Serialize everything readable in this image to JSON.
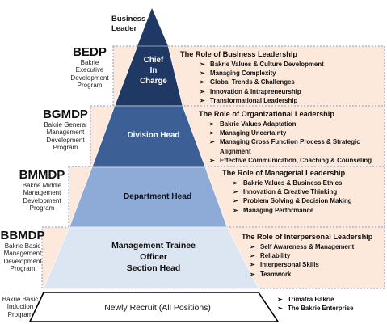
{
  "pyramid": {
    "apex_label": [
      "Business",
      "Leader"
    ],
    "tiers": [
      {
        "id": "bedp",
        "program_code": "BEDP",
        "program_desc": [
          "Bakrie",
          "Executive",
          "Development",
          "Program"
        ],
        "position": [
          "Chief",
          "In",
          "Charge"
        ],
        "role_title": "The Role of Business Leadership",
        "bullets": [
          "Bakrie Values & Culture Development",
          "Managing Complexity",
          "Global Trends & Challenges",
          "Innovation & Intrapreneurship",
          "Transformational Leadership"
        ],
        "colors": {
          "fill": "#1f3864",
          "band": "#fce9dc"
        }
      },
      {
        "id": "bgmdp",
        "program_code": "BGMDP",
        "program_desc": [
          "Bakrie General",
          "Management",
          "Development",
          "Program"
        ],
        "position": [
          "Division Head"
        ],
        "role_title": "The Role of Organizational Leadership",
        "bullets": [
          "Bakrie Values Adaptation",
          "Managing Uncertainty",
          "Managing Cross Function Process & Strategic|Alignment",
          "Effective Communication, Coaching & Counseling"
        ],
        "colors": {
          "fill": "#3c5f96",
          "band": "#fce9dc"
        }
      },
      {
        "id": "bmmdp",
        "program_code": "BMMDP",
        "program_desc": [
          "Bakrie Middle",
          "Management",
          "Development",
          "Program"
        ],
        "position": [
          "Department Head"
        ],
        "role_title": "The Role of Managerial Leadership",
        "bullets": [
          "Bakrie Values & Business Ethics",
          "Innovation & Creative Thinking",
          "Problem Solving & Decision Making",
          "Managing Performance"
        ],
        "colors": {
          "fill": "#8eaad6",
          "band": "#fce9dc"
        }
      },
      {
        "id": "bbmdp",
        "program_code": "BBMDP",
        "program_desc": [
          "Bakrie Basic",
          "Management",
          "Development",
          "Program"
        ],
        "position": [
          "Management Trainee",
          "Officer",
          "Section Head"
        ],
        "role_title": "The Role of Interpersonal Leadership",
        "bullets": [
          "Self Awareness & Management",
          "Reliability",
          "Interpersonal Skills",
          "Teamwork"
        ],
        "colors": {
          "fill": "#dce5f2",
          "band": "#fce9dc"
        }
      }
    ],
    "induction": {
      "program_desc": [
        "Bakrie Basic",
        "Induction",
        "Program"
      ],
      "position": "Newly Recruit (All Positions)",
      "bullets": [
        "Trimatra Bakrie",
        "The Bakrie Enterprise"
      ]
    },
    "colors": {
      "apex": "#1f3864",
      "band_border": "#7f9fcf",
      "outline": "#000000"
    }
  }
}
